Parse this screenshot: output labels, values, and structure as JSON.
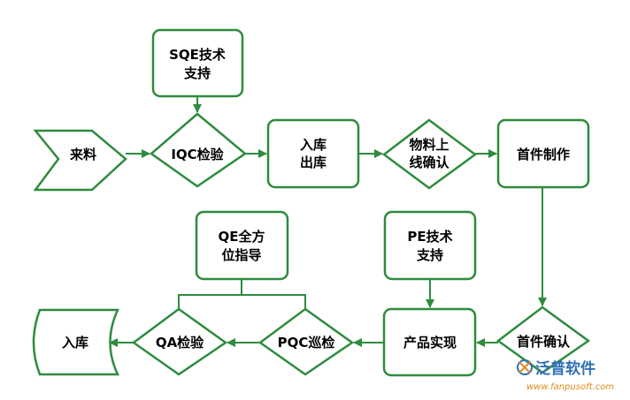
{
  "colors": {
    "stroke": "#2e8b3e",
    "text": "#000000",
    "background": "#ffffff"
  },
  "nodes": {
    "incoming": "来料",
    "sqe_1": "SQE技术",
    "sqe_2": "支持",
    "iqc": "IQC检验",
    "storage_1": "入库",
    "storage_2": "出库",
    "material_1": "物料上",
    "material_2": "线确认",
    "first_make": "首件制作",
    "first_confirm": "首件确认",
    "pe_1": "PE技术",
    "pe_2": "支持",
    "product": "产品实现",
    "pqc": "PQC巡检",
    "qe_1": "QE全方",
    "qe_2": "位指导",
    "qa": "QA检验",
    "final_storage": "入库"
  },
  "watermark": {
    "name": "泛普软件",
    "url": "www.fanpusoft.com",
    "icon": "fanpu-logo-icon"
  }
}
